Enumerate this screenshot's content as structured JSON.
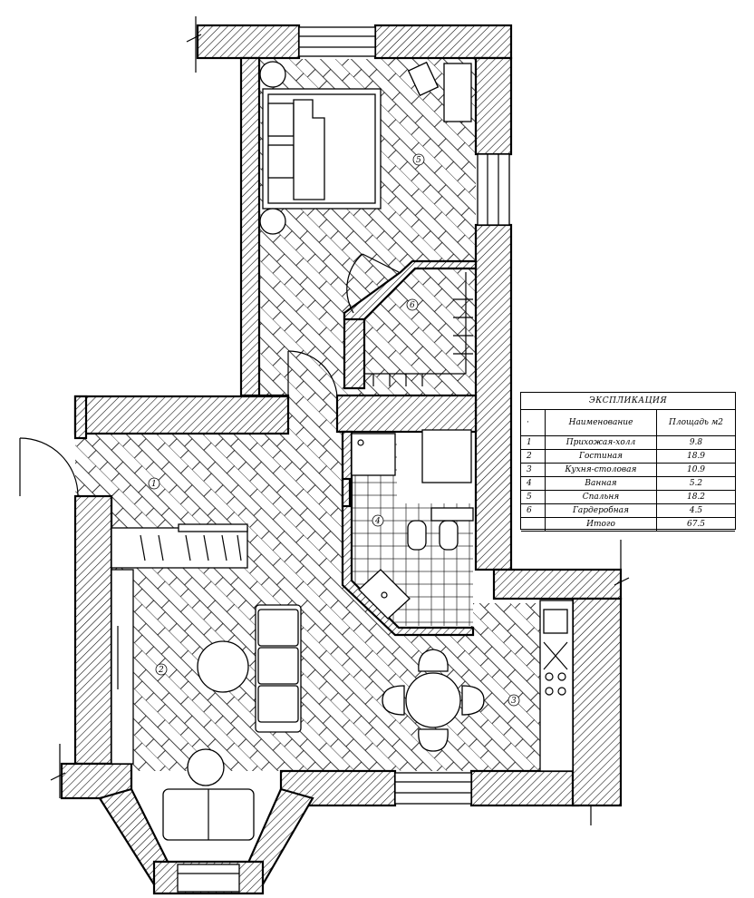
{
  "plan": {
    "room_markers": [
      {
        "id": "1"
      },
      {
        "id": "2"
      },
      {
        "id": "3"
      },
      {
        "id": "4"
      },
      {
        "id": "5"
      },
      {
        "id": "6"
      }
    ]
  },
  "legend": {
    "title": "ЭКСПЛИКАЦИЯ",
    "col_num": "·",
    "col_name": "Наименование",
    "col_area": "Площадь м2",
    "rows": [
      {
        "num": "1",
        "name": "Прихожая-холл",
        "area": "9.8"
      },
      {
        "num": "2",
        "name": "Гостиная",
        "area": "18.9"
      },
      {
        "num": "3",
        "name": "Кухня-столовая",
        "area": "10.9"
      },
      {
        "num": "4",
        "name": "Ванная",
        "area": "5.2"
      },
      {
        "num": "5",
        "name": "Спальня",
        "area": "18.2"
      },
      {
        "num": "6",
        "name": "Гардеробная",
        "area": "4.5"
      }
    ],
    "total_label": "Итого",
    "total_area": "67.5"
  }
}
